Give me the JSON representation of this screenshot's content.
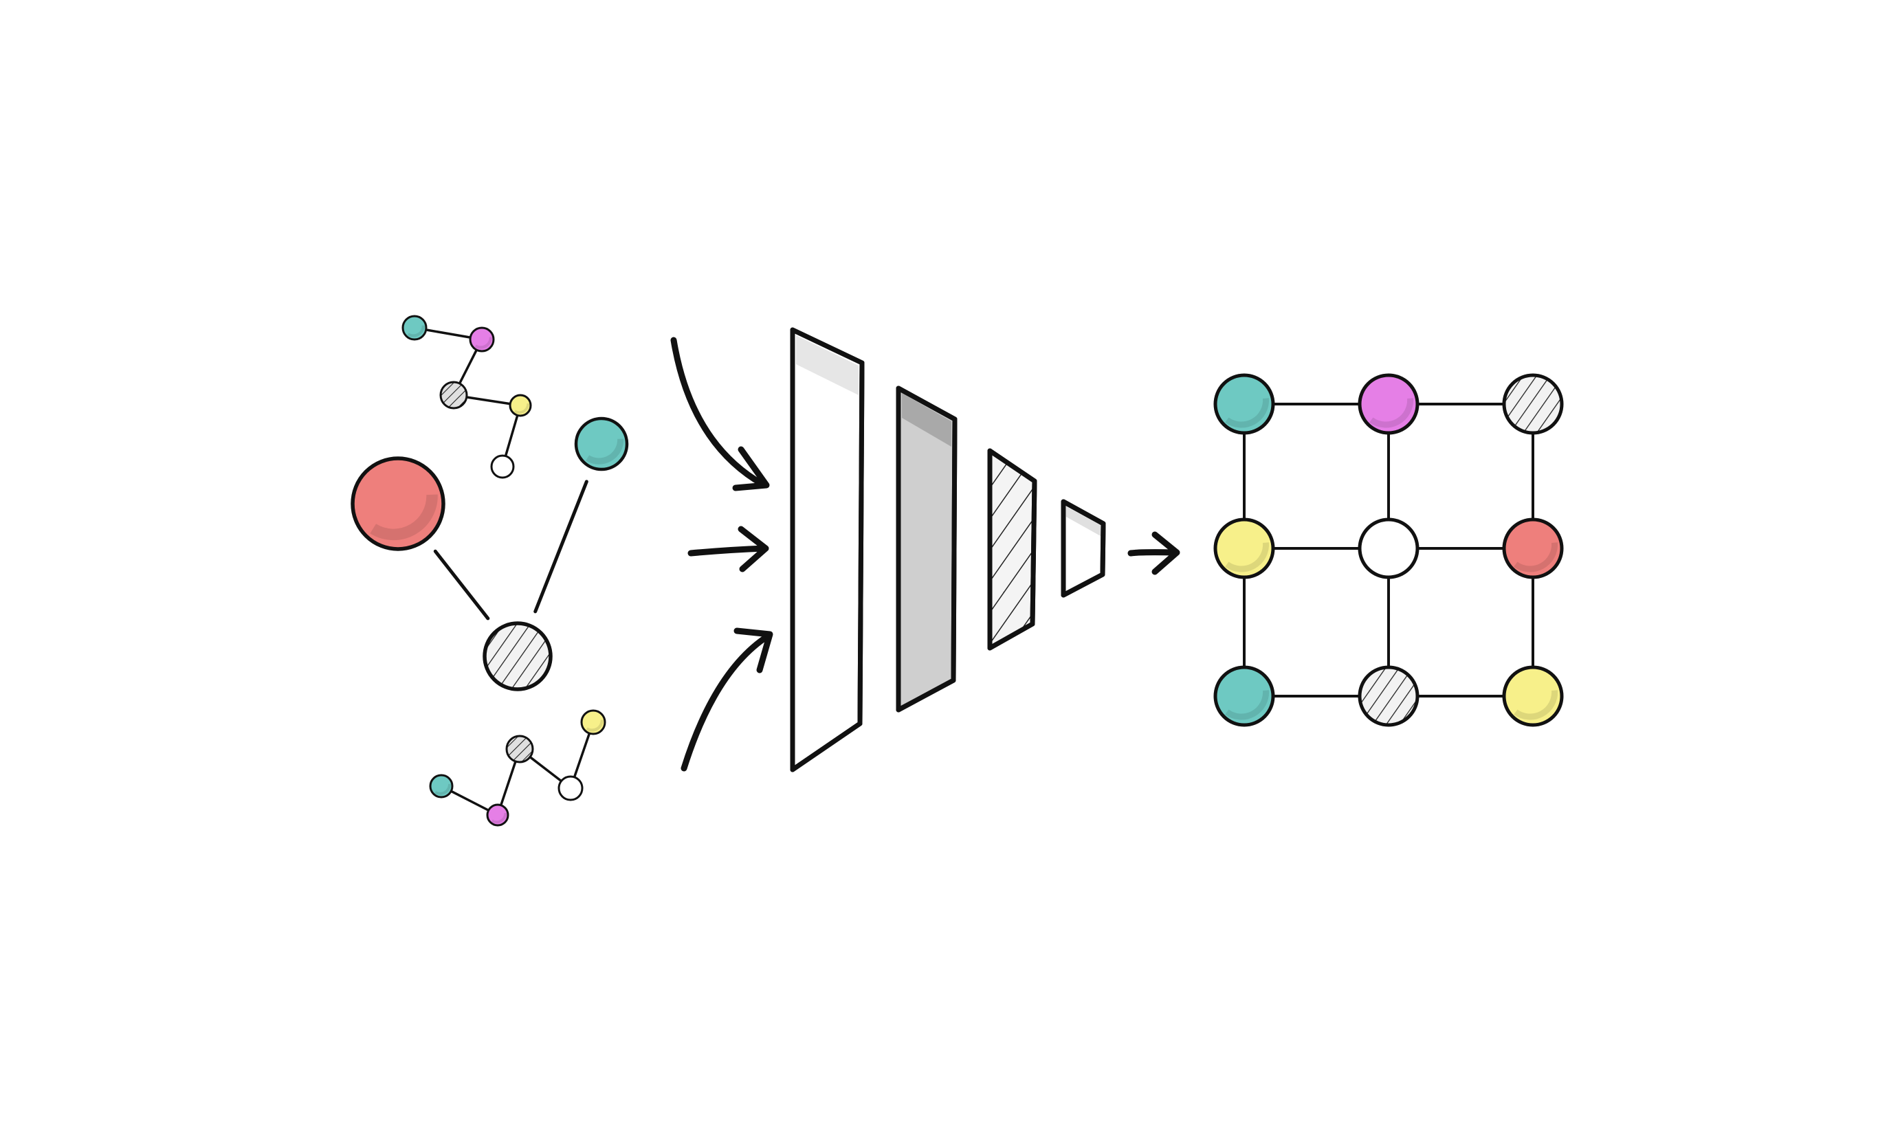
{
  "palette": {
    "teal": "#6ec9c2",
    "magenta": "#e57fe6",
    "yellow": "#f7f08a",
    "red": "#ee7f7c",
    "white": "#ffffff",
    "light_gray": "#cfcfcf",
    "outline": "#111111"
  },
  "input_graphs": {
    "graph_a": {
      "nodes": [
        {
          "id": "a1",
          "fill": "teal"
        },
        {
          "id": "a2",
          "fill": "magenta"
        },
        {
          "id": "a3",
          "fill": "hatched"
        },
        {
          "id": "a4",
          "fill": "yellow"
        },
        {
          "id": "a5",
          "fill": "white"
        }
      ],
      "edges": [
        [
          "a1",
          "a2"
        ],
        [
          "a2",
          "a3"
        ],
        [
          "a3",
          "a4"
        ],
        [
          "a4",
          "a5"
        ]
      ]
    },
    "graph_b": {
      "nodes": [
        {
          "id": "b1",
          "fill": "red"
        },
        {
          "id": "b2",
          "fill": "teal"
        },
        {
          "id": "b3",
          "fill": "hatched"
        }
      ],
      "edges": [
        [
          "b1",
          "b3"
        ],
        [
          "b2",
          "b3"
        ]
      ]
    },
    "graph_c": {
      "nodes": [
        {
          "id": "c1",
          "fill": "teal"
        },
        {
          "id": "c2",
          "fill": "magenta"
        },
        {
          "id": "c3",
          "fill": "hatched"
        },
        {
          "id": "c4",
          "fill": "white"
        },
        {
          "id": "c5",
          "fill": "yellow"
        }
      ],
      "edges": [
        [
          "c1",
          "c2"
        ],
        [
          "c2",
          "c3"
        ],
        [
          "c3",
          "c4"
        ],
        [
          "c4",
          "c5"
        ]
      ]
    }
  },
  "encoder_layers": [
    {
      "name": "layer-1",
      "fill": "white"
    },
    {
      "name": "layer-2",
      "fill": "light_gray"
    },
    {
      "name": "layer-3",
      "fill": "hatched"
    },
    {
      "name": "layer-4",
      "fill": "white"
    }
  ],
  "output_grid": {
    "rows": 3,
    "cols": 3,
    "cells": [
      [
        "teal",
        "magenta",
        "hatched"
      ],
      [
        "yellow",
        "white",
        "red"
      ],
      [
        "teal",
        "hatched",
        "yellow"
      ]
    ]
  }
}
